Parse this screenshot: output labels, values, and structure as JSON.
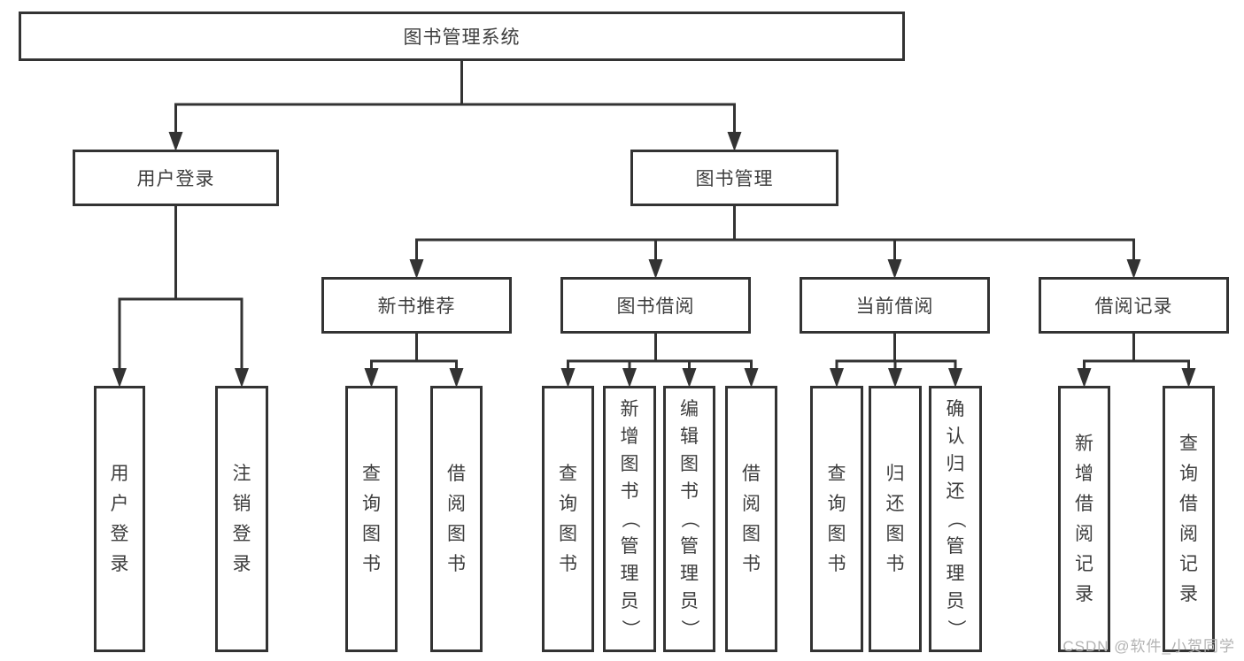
{
  "diagram": {
    "title": "图书管理系统",
    "nodes": {
      "root": {
        "label": "图书管理系统",
        "orientation": "horizontal"
      },
      "login": {
        "label": "用户登录",
        "orientation": "horizontal"
      },
      "manage": {
        "label": "图书管理",
        "orientation": "horizontal"
      },
      "new_book": {
        "label": "新书推荐",
        "orientation": "horizontal"
      },
      "book_borrow": {
        "label": "图书借阅",
        "orientation": "horizontal"
      },
      "current_borrow": {
        "label": "当前借阅",
        "orientation": "horizontal"
      },
      "borrow_records": {
        "label": "借阅记录",
        "orientation": "horizontal"
      },
      "leaf_user_login": {
        "label": "用户登录",
        "orientation": "vertical"
      },
      "leaf_logout": {
        "label": "注销登录",
        "orientation": "vertical"
      },
      "nb_query": {
        "label": "查询图书",
        "orientation": "vertical"
      },
      "nb_borrow": {
        "label": "借阅图书",
        "orientation": "vertical"
      },
      "bb_query": {
        "label": "查询图书",
        "orientation": "vertical"
      },
      "bb_add": {
        "label": "新增图书（管理员）",
        "orientation": "vertical"
      },
      "bb_edit": {
        "label": "编辑图书（管理员）",
        "orientation": "vertical"
      },
      "bb_borrow": {
        "label": "借阅图书",
        "orientation": "vertical"
      },
      "cb_query": {
        "label": "查询图书",
        "orientation": "vertical"
      },
      "cb_return": {
        "label": "归还图书",
        "orientation": "vertical"
      },
      "cb_confirm": {
        "label": "确认归还（管理员）",
        "orientation": "vertical"
      },
      "br_add": {
        "label": "新增借阅记录",
        "orientation": "vertical"
      },
      "br_query": {
        "label": "查询借阅记录",
        "orientation": "vertical"
      }
    },
    "hierarchy": {
      "root": [
        "login",
        "manage"
      ],
      "login": [
        "leaf_user_login",
        "leaf_logout"
      ],
      "manage": [
        "new_book",
        "book_borrow",
        "current_borrow",
        "borrow_records"
      ],
      "new_book": [
        "nb_query",
        "nb_borrow"
      ],
      "book_borrow": [
        "bb_query",
        "bb_add",
        "bb_edit",
        "bb_borrow"
      ],
      "current_borrow": [
        "cb_query",
        "cb_return",
        "cb_confirm"
      ],
      "borrow_records": [
        "br_add",
        "br_query"
      ]
    },
    "colors": {
      "line": "#333333",
      "box_border": "#333333",
      "text": "#3d3d3d",
      "background": "#ffffff",
      "watermark": "#b3b3b3"
    },
    "watermark": "CSDN @软件_小贺同学"
  }
}
